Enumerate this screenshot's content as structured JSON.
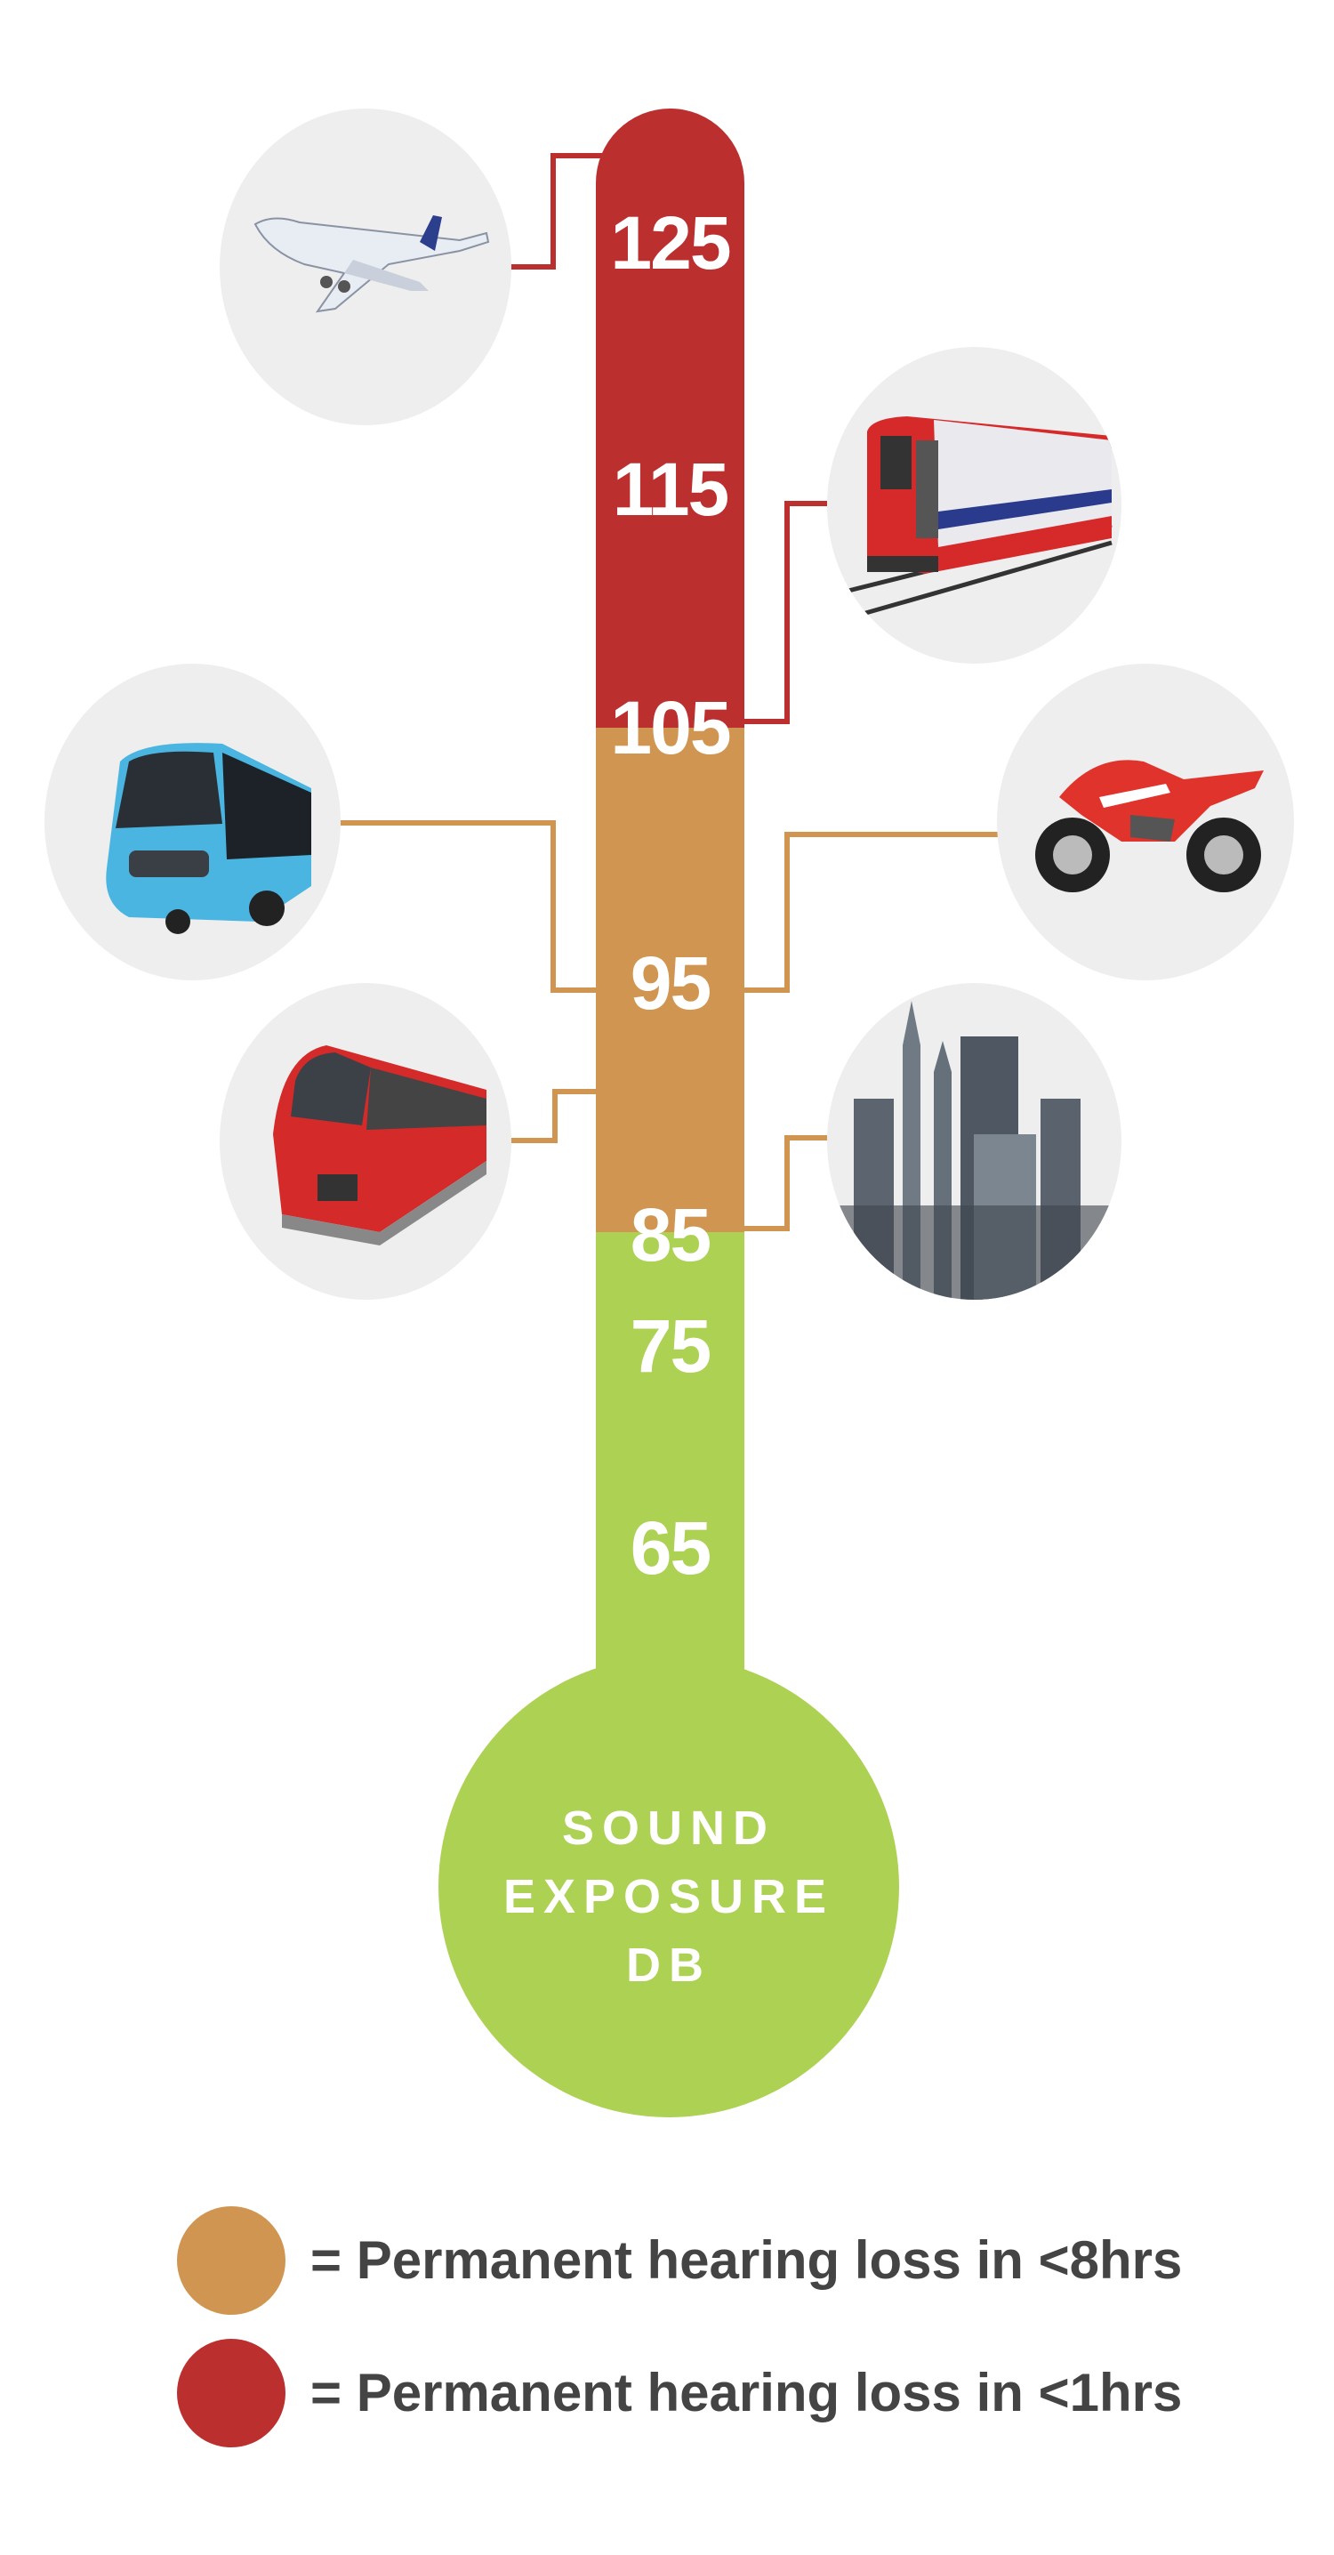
{
  "colors": {
    "red": "#BC2F2F",
    "orange": "#D09551",
    "green": "#ACD153",
    "photo_bg": "#EEEEEE",
    "legend_text": "#444444"
  },
  "scale": {
    "levels": [
      "125",
      "115",
      "105",
      "95",
      "85",
      "75",
      "65"
    ],
    "bulb_lines": [
      "SOUND",
      "EXPOSURE",
      "DB"
    ]
  },
  "sources": [
    {
      "name": "airplane",
      "side": "left",
      "color": "red"
    },
    {
      "name": "subway-train",
      "side": "right",
      "color": "red"
    },
    {
      "name": "bus",
      "side": "left",
      "color": "orange"
    },
    {
      "name": "motorcycle",
      "side": "right",
      "color": "orange"
    },
    {
      "name": "commuter-train",
      "side": "left",
      "color": "orange"
    },
    {
      "name": "city-traffic",
      "side": "right",
      "color": "orange"
    }
  ],
  "legend": [
    {
      "color": "orange",
      "text": "= Permanent hearing loss in <8hrs"
    },
    {
      "color": "red",
      "text": "= Permanent hearing loss in <1hrs"
    }
  ]
}
